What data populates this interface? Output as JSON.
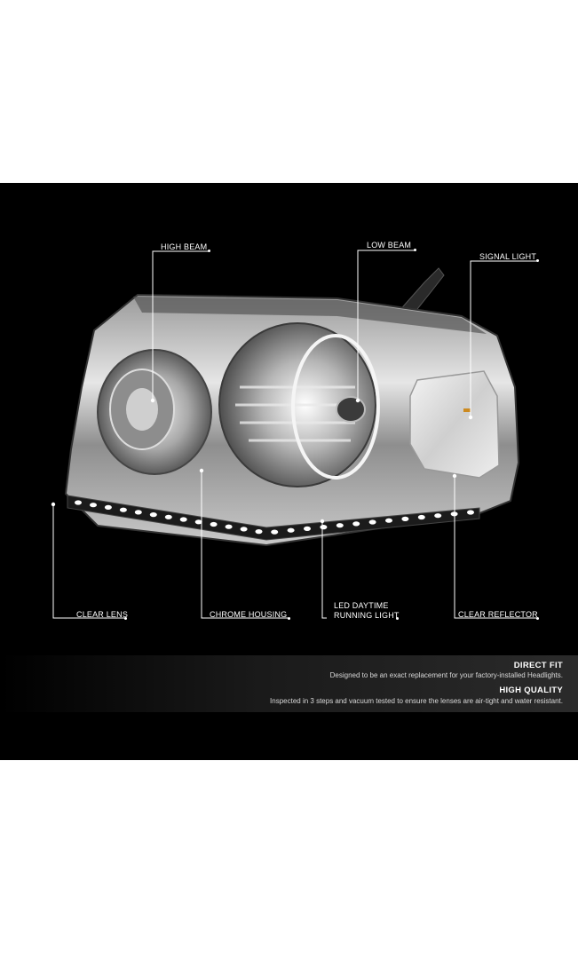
{
  "callouts": {
    "high_beam": "HIGH BEAM",
    "low_beam": "LOW BEAM",
    "signal_light": "SIGNAL LIGHT",
    "clear_lens": "CLEAR LENS",
    "chrome_housing": "CHROME HOUSING",
    "led_line1": "LED DAYTIME",
    "led_line2": "RUNNING LIGHT",
    "clear_reflector": "CLEAR REFLECTOR"
  },
  "features": [
    {
      "title": "DIRECT FIT",
      "text": "Designed to be an exact replacement for your factory-installed Headlights."
    },
    {
      "title": "HIGH QUALITY",
      "text": "Inspected in 3 steps and vacuum tested to ensure the lenses are air-tight and water resistant."
    }
  ],
  "colors": {
    "panel": "#000000",
    "callout_line": "#ffffff",
    "led": "#ffffff"
  }
}
